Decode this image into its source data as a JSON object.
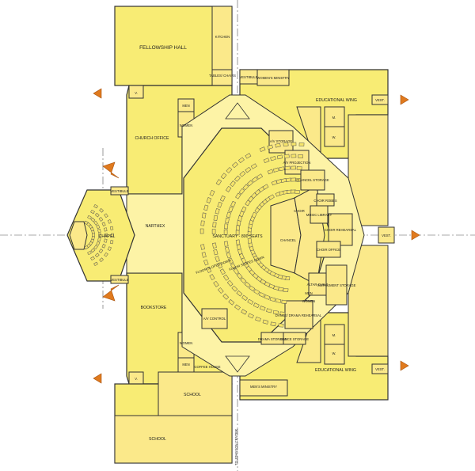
{
  "rooms": {
    "fellowship_hall": "FELLOWSHIP HALL",
    "kitchen": "KITCHEN",
    "tables_chairs": "TABLES/ CHAIRS",
    "vestibule_top": "VESTIBULE",
    "womens_ministry": "WOMEN'S MINISTRY",
    "educational_wing_top": "EDUCATIONAL WING",
    "vest_top": "VEST.",
    "v_top": "V.",
    "men_top": "MEN",
    "women_top": "WOMEN",
    "church_office": "CHURCH OFFICE",
    "av_storage": "A/V STORAGE",
    "av_projection": "A/V PROJECTION",
    "chancel_storage": "CHANCEL STORAGE",
    "choir_robes": "CHOIR ROBES",
    "music_library": "MUSIC LIBRARY",
    "choir": "CHOIR",
    "chancel": "CHANCEL",
    "choir_rehearsal": "CHOIR REHEARSAL",
    "choir_office": "CHOIR OFFICE",
    "altar_guild": "ALTAR GUILD",
    "instrument_storage": "INSTRUMENT STORAGE",
    "drama_rehearsal": "DANCE/ DRAMA REHEARSAL",
    "drama_storage": "DRAMA STORAGE",
    "dance_storage": "DANCE STORAGE",
    "av_control": "A/V CONTROL",
    "vestibule_left_top": "VESTIBULE",
    "vestibule_left_bottom": "VESTIBULE",
    "chapel": "CHAPEL",
    "narthex": "NARTHEX",
    "sanctuary": "SANCTUARY - 800 SEATS",
    "bookstore": "BOOKSTORE",
    "women_bottom": "WOMEN",
    "men_bottom": "MEN",
    "coffee_house": "COFFEE HOUSE",
    "school_1": "SCHOOL",
    "school_2": "SCHOOL",
    "v_bottom": "V.",
    "mens_ministry": "MEN'S MINISTRY",
    "educational_wing_bottom": "EDUCATIONAL WING",
    "vest_bottom": "VEST.",
    "vest_right": "VEST.",
    "m_label": "M.",
    "w_label": "W.",
    "m_label2": "M.",
    "w_label2": "W.",
    "to_johnson": "TO JOHNSON CENTER",
    "floor_slope": "FLOOR SLOPES DOWN",
    "floor_slope2": "FLOOR SLOPES DOWN",
    "men_right": "MEN",
    "women_right": "WOMEN"
  },
  "colors": {
    "building": "#f8ec74",
    "corridor": "#fdf3a6",
    "arrow": "#e07a1e"
  }
}
